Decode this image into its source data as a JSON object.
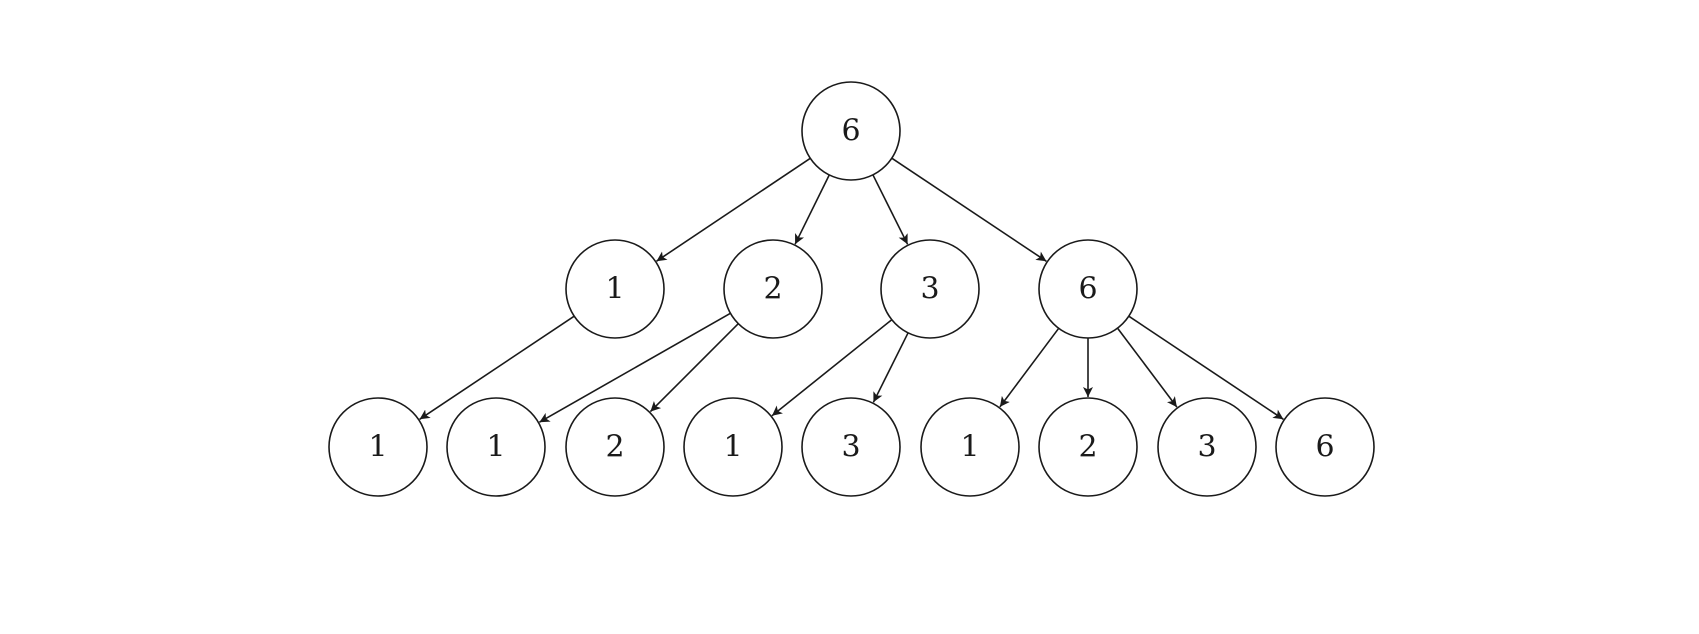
{
  "diagram": {
    "type": "tree",
    "colors": {
      "stroke": "#1a1a1a",
      "fill": "#ffffff",
      "background": "#ffffff"
    },
    "nodes": [
      {
        "id": "root",
        "label": "6",
        "level": 0
      },
      {
        "id": "a",
        "label": "1",
        "level": 1
      },
      {
        "id": "b",
        "label": "2",
        "level": 1
      },
      {
        "id": "c",
        "label": "3",
        "level": 1
      },
      {
        "id": "d",
        "label": "6",
        "level": 1
      },
      {
        "id": "a1",
        "label": "1",
        "level": 2
      },
      {
        "id": "b1",
        "label": "1",
        "level": 2
      },
      {
        "id": "b2",
        "label": "2",
        "level": 2
      },
      {
        "id": "c1",
        "label": "1",
        "level": 2
      },
      {
        "id": "c2",
        "label": "3",
        "level": 2
      },
      {
        "id": "d1",
        "label": "1",
        "level": 2
      },
      {
        "id": "d2",
        "label": "2",
        "level": 2
      },
      {
        "id": "d3",
        "label": "3",
        "level": 2
      },
      {
        "id": "d4",
        "label": "6",
        "level": 2
      }
    ],
    "edges": [
      {
        "from": "root",
        "to": "a"
      },
      {
        "from": "root",
        "to": "b"
      },
      {
        "from": "root",
        "to": "c"
      },
      {
        "from": "root",
        "to": "d"
      },
      {
        "from": "a",
        "to": "a1"
      },
      {
        "from": "b",
        "to": "b1"
      },
      {
        "from": "b",
        "to": "b2"
      },
      {
        "from": "c",
        "to": "c1"
      },
      {
        "from": "c",
        "to": "c2"
      },
      {
        "from": "d",
        "to": "d1"
      },
      {
        "from": "d",
        "to": "d2"
      },
      {
        "from": "d",
        "to": "d3"
      },
      {
        "from": "d",
        "to": "d4"
      }
    ]
  }
}
